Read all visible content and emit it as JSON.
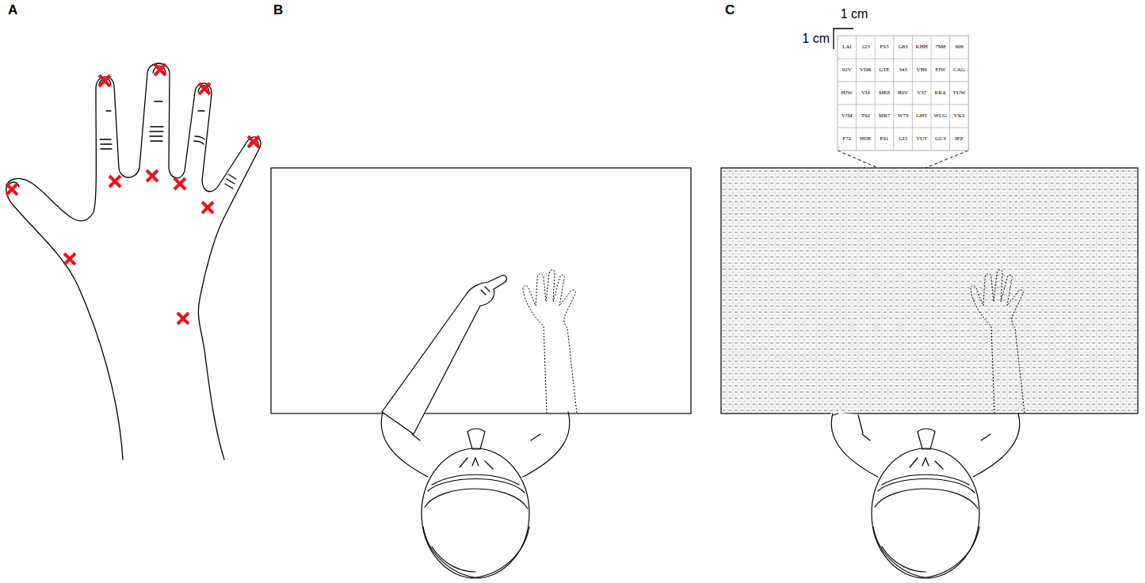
{
  "diagram": {
    "labels": [
      "A",
      "B",
      "C",
      "1 cm",
      "1 cm",
      "LAI",
      "123",
      "FS5",
      "G83",
      "KHH",
      "7M8",
      "909",
      "92V",
      "VDR",
      "GTE",
      "343",
      "VB9",
      "FJW",
      "CAG",
      "HJW",
      "VI4",
      "ME8",
      "B0V",
      "V37",
      "RRA",
      "TUW",
      "VJM",
      "T92",
      "MR7",
      "W73",
      "GHT",
      "WUG",
      "VK3",
      "F72",
      "HDE",
      "F91",
      "GI3",
      "VUT",
      "GU3",
      "IEP"
    ]
  }
}
